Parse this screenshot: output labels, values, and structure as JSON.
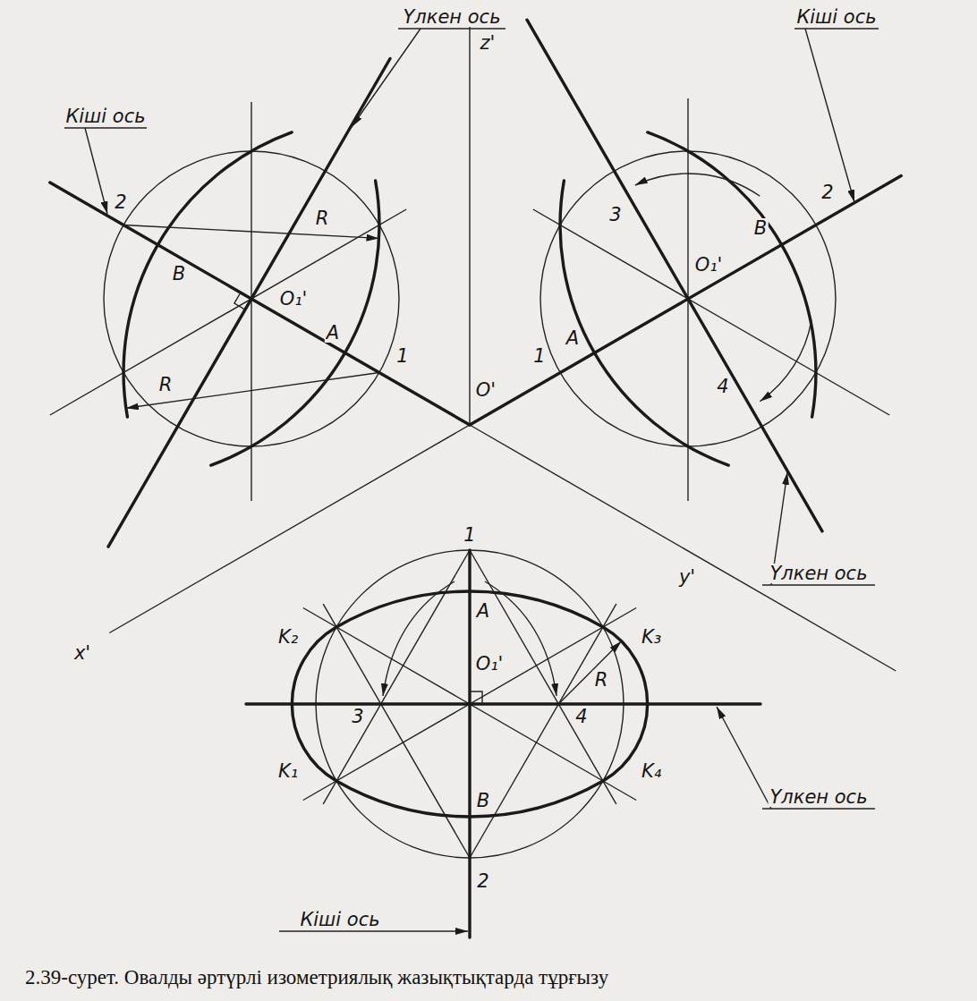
{
  "diagram": {
    "caption": "2.39-сурет. Овалды әртүрлі изометриялық жазықтықтарда тұрғызу",
    "labels": [
      "Үлкен ось",
      "Кіші ось",
      "z'",
      "Кіші ось",
      "2",
      "R",
      "B",
      "O₁'",
      "A",
      "1",
      "R",
      "3",
      "2",
      "B",
      "O₁'",
      "A",
      "1",
      "4",
      "O'",
      "Үлкен ось",
      "x'",
      "y'",
      "1",
      "A",
      "K₂",
      "K₃",
      "O₁'",
      "3",
      "4",
      "R",
      "K₁",
      "K₄",
      "B",
      "Үлкен ось",
      "2",
      "Кіші ось"
    ]
  }
}
